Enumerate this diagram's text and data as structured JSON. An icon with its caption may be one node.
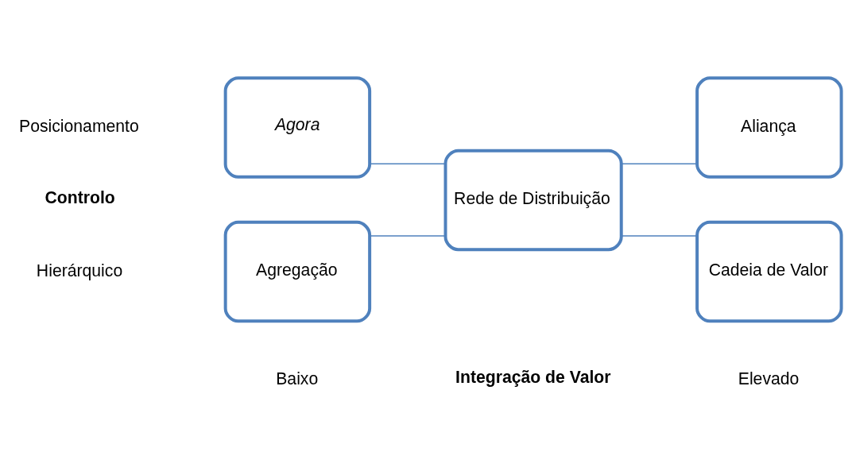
{
  "diagram": {
    "nodes": [
      {
        "text": [
          "Agora"
        ]
      },
      {
        "text": [
          "Aliança"
        ]
      },
      {
        "text": [
          "Rede de Distribuição"
        ]
      },
      {
        "text": [
          "Agregação"
        ]
      },
      {
        "text": [
          "Cadeia de Valor"
        ]
      }
    ],
    "edges": [
      {
        "from": 0,
        "to": 2,
        "arrow": "none"
      },
      {
        "from": 2,
        "to": 1,
        "arrow": "none"
      },
      {
        "from": 3,
        "to": 2,
        "arrow": "none"
      },
      {
        "from": 2,
        "to": 4,
        "arrow": "none"
      }
    ],
    "labels": [
      "Posicionamento",
      "Controlo",
      "Hierárquico",
      "Baixo",
      "Integração de Valor",
      "Elevado"
    ]
  }
}
